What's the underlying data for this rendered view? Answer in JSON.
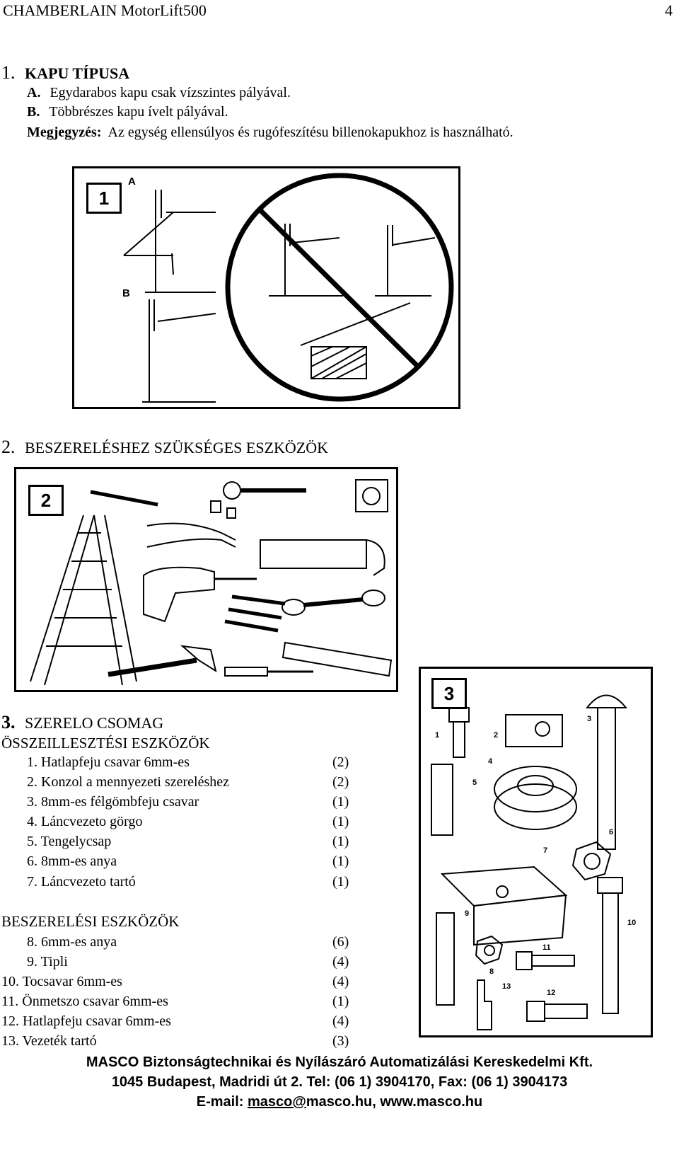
{
  "header": {
    "title": "CHAMBERLAIN MotorLift500",
    "page": "4"
  },
  "section1": {
    "num": "1.",
    "title": "KAPU TÍPUSA",
    "a_label": "A.",
    "a_text": "Egydarabos kapu csak vízszintes pályával.",
    "b_label": "B.",
    "b_text": "Többrészes kapu ívelt pályával.",
    "note_label": "Megjegyzés:",
    "note_text": "Az egység ellensúlyos és rugófeszítésu billenokapukhoz is használható."
  },
  "figure1": {
    "badge": "1",
    "label_a": "A",
    "label_b": "B"
  },
  "section2": {
    "num": "2.",
    "title": "BESZERELÉSHEZ SZÜKSÉGES ESZKÖZÖK"
  },
  "figure2": {
    "badge": "2"
  },
  "section3": {
    "num": "3.",
    "title": "SZERELO CSOMAG",
    "subtitle": "ÖSSZEILLESZTÉSI ESZKÖZÖK",
    "items": [
      {
        "n": "1.",
        "text": "Hatlapfeju csavar 6mm-es",
        "qty": "(2)"
      },
      {
        "n": "2.",
        "text": "Konzol a mennyezeti szereléshez",
        "qty": "(2)"
      },
      {
        "n": "3.",
        "text": "8mm-es félgömbfeju csavar",
        "qty": "(1)"
      },
      {
        "n": "4.",
        "text": "Láncvezeto görgo",
        "qty": "(1)"
      },
      {
        "n": "5.",
        "text": "Tengelycsap",
        "qty": "(1)"
      },
      {
        "n": "6.",
        "text": "8mm-es anya",
        "qty": "(1)"
      },
      {
        "n": "7.",
        "text": "Láncvezeto tartó",
        "qty": "(1)"
      }
    ],
    "install_title": "BESZERELÉSI ESZKÖZÖK",
    "install_items": [
      {
        "n": "8.",
        "text": "6mm-es anya",
        "qty": "(6)"
      },
      {
        "n": "9.",
        "text": "Tipli",
        "qty": "(4)"
      },
      {
        "n": "10.",
        "text": "Tocsavar 6mm-es",
        "qty": "(4)"
      },
      {
        "n": "11.",
        "text": "Önmetszo csavar 6mm-es",
        "qty": "(1)"
      },
      {
        "n": "12.",
        "text": "Hatlapfeju csavar 6mm-es",
        "qty": "(4)"
      },
      {
        "n": "13.",
        "text": "Vezeték tartó",
        "qty": "(3)"
      }
    ]
  },
  "figure3": {
    "badge": "3",
    "labels": [
      "1",
      "2",
      "3",
      "4",
      "5",
      "6",
      "7",
      "8",
      "9",
      "10",
      "11",
      "12",
      "13"
    ]
  },
  "footer": {
    "line1": "MASCO Biztonságtechnikai és Nyílászáró Automatizálási Kereskedelmi Kft.",
    "line2": "1045 Budapest, Madridi út 2. Tel: (06 1) 3904170, Fax: (06 1) 3904173",
    "email_label": "E-mail: ",
    "email_link": "masco@",
    "email_rest": "masco.hu, www.masco.hu"
  }
}
